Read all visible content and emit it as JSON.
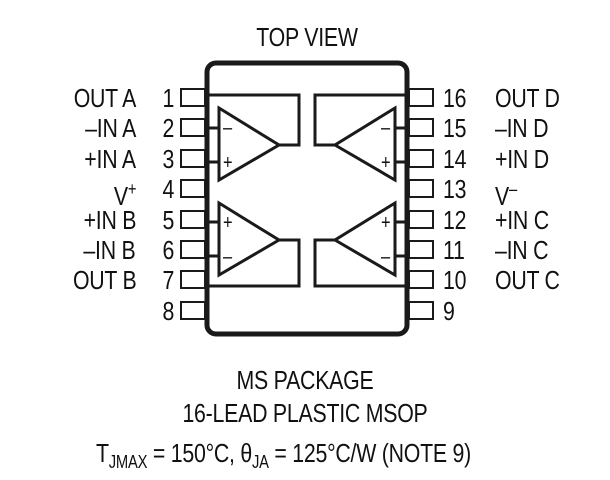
{
  "title": "TOP VIEW",
  "package": {
    "line1": "MS PACKAGE",
    "line2": "16-LEAD PLASTIC MSOP"
  },
  "thermal": {
    "tj_symbol": "T",
    "tj_sub": "JMAX",
    "tj_value": " = 150°C, ",
    "theta_symbol": "θ",
    "theta_sub": "JA",
    "theta_value": " = 125°C/W (NOTE 9)"
  },
  "pins_left": [
    {
      "num": "1",
      "name": "OUT A"
    },
    {
      "num": "2",
      "name": "–IN A"
    },
    {
      "num": "3",
      "name": "+IN A"
    },
    {
      "num": "4",
      "name": "V",
      "sup": "+"
    },
    {
      "num": "5",
      "name": "+IN B"
    },
    {
      "num": "6",
      "name": "–IN B"
    },
    {
      "num": "7",
      "name": "OUT B"
    },
    {
      "num": "8",
      "name": ""
    }
  ],
  "pins_right": [
    {
      "num": "16",
      "name": "OUT D"
    },
    {
      "num": "15",
      "name": "–IN D"
    },
    {
      "num": "14",
      "name": "+IN D"
    },
    {
      "num": "13",
      "name": "V",
      "sup": "–"
    },
    {
      "num": "12",
      "name": "+IN C"
    },
    {
      "num": "11",
      "name": "–IN C"
    },
    {
      "num": "10",
      "name": "OUT C"
    },
    {
      "num": "9",
      "name": ""
    }
  ],
  "amplifiers": [
    {
      "id": "A",
      "plus": "+",
      "minus": "–"
    },
    {
      "id": "B",
      "plus": "+",
      "minus": "–"
    },
    {
      "id": "C",
      "plus": "+",
      "minus": "–"
    },
    {
      "id": "D",
      "plus": "+",
      "minus": "–"
    }
  ],
  "colors": {
    "line": "#1a1a1a",
    "background": "#ffffff"
  }
}
